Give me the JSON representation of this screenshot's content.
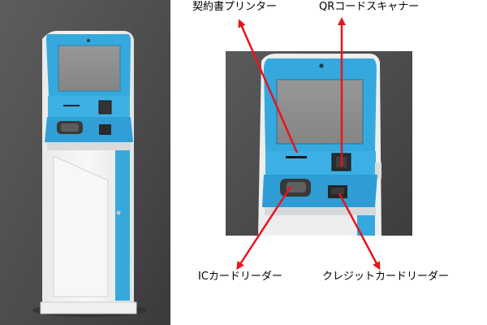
{
  "labels": {
    "printer": "契約書プリンター",
    "qr_scanner": "QRコードスキャナー",
    "ic_reader": "ICカードリーダー",
    "credit_reader": "クレジットカードリーダー"
  },
  "colors": {
    "kiosk_blue": "#35a9de",
    "kiosk_white": "#f2f3f4",
    "screen": "#8e8e8e",
    "backdrop_dark": "#4d4d4d",
    "arrow": "#e8141c"
  },
  "components": {
    "printer_icon": "printer-slot",
    "qr_icon": "qr-scanner-window",
    "ic_icon": "ic-card-slot",
    "credit_icon": "credit-card-slot"
  }
}
